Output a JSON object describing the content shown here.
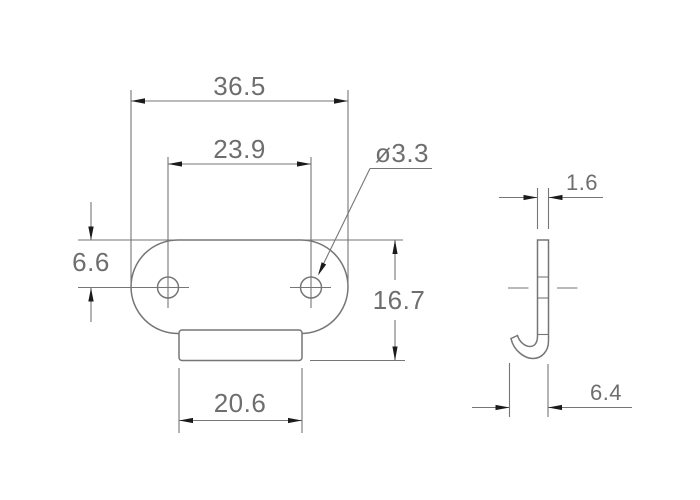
{
  "drawing": {
    "title": "hook-bracket-dimension-drawing",
    "front_view": {
      "dimensions": {
        "overall_width": "36.5",
        "hole_spacing": "23.9",
        "hole_diameter": "ø3.3",
        "edge_to_hole_center": "6.6",
        "overall_height": "16.7",
        "tab_width": "20.6"
      }
    },
    "side_view": {
      "dimensions": {
        "thickness": "1.6",
        "hook_depth": "6.4"
      }
    },
    "colors": {
      "line": "#767676",
      "text": "#6e6e6e",
      "arrow": "#1b1b1b",
      "background": "#ffffff"
    }
  }
}
